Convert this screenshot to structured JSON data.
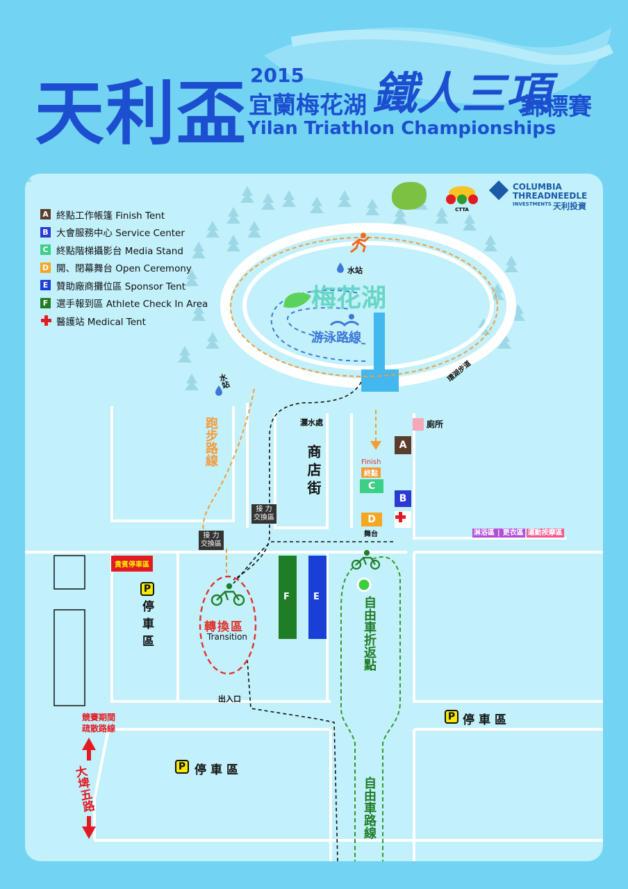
{
  "header": {
    "title_main": "天利盃",
    "year": "2015",
    "subtitle_zh": "宜蘭梅花湖",
    "iron": "鐵人三項",
    "championships_zh": "錦標賽",
    "subtitle_en": "Yilan Triathlon Championships"
  },
  "logos": {
    "ctta": "CTTA",
    "sponsor_line1": "COLUMBIA",
    "sponsor_line2": "THREADNEEDLE",
    "sponsor_line3": "INVESTMENTS",
    "sponsor_zh": "天利投資"
  },
  "legend": [
    {
      "key": "A",
      "color": "#5a3d2b",
      "label": "終點工作帳篷  Finish Tent"
    },
    {
      "key": "B",
      "color": "#2b3bd1",
      "label": "大會服務中心  Service Center"
    },
    {
      "key": "C",
      "color": "#3ccf86",
      "label": "終點階梯攝影台  Media Stand"
    },
    {
      "key": "D",
      "color": "#f5a623",
      "label": "開、閉幕舞台  Open Ceremony"
    },
    {
      "key": "E",
      "color": "#1a3fd6",
      "label": "贊助廠商攤位區  Sponsor Tent"
    },
    {
      "key": "F",
      "color": "#1f7d26",
      "label": "選手報到區  Athlete Check In Area"
    },
    {
      "key": "+",
      "color": "#e21b22",
      "label": "醫護站  Medical Tent"
    }
  ],
  "map": {
    "lake_name": "梅花湖",
    "swim_route": "游泳路線",
    "water_station": "水站",
    "water_station_left": "水站",
    "loop_road": "環湖步道",
    "run_route": "跑步路線",
    "sprinkler": "灑水處",
    "shop_street": "商店街",
    "toilet": "廁所",
    "finish_en": "Finish",
    "finish_zh": "終點",
    "stage": "舞台",
    "relay": "接 力\n交換區",
    "relay_2": "接 力\n交換區",
    "showers": [
      "淋浴區",
      "更衣區",
      "運動按摩區"
    ],
    "vip_parking": "貴賓停車區",
    "parking": "停車區",
    "transition_zh": "轉換區",
    "transition_en": "Transition",
    "bike_turn": "自由車折返點",
    "exit": "出入口",
    "race_route_note_1": "競賽期間",
    "race_route_note_2": "疏散路線",
    "road_name": "大埤五路",
    "bike_route": "自由車路線"
  },
  "colors": {
    "run": "#f39c3b",
    "swim": "#3d78d8",
    "bike": "#2f9a2f",
    "black_route": "#111111",
    "transition": "#e2322a"
  }
}
